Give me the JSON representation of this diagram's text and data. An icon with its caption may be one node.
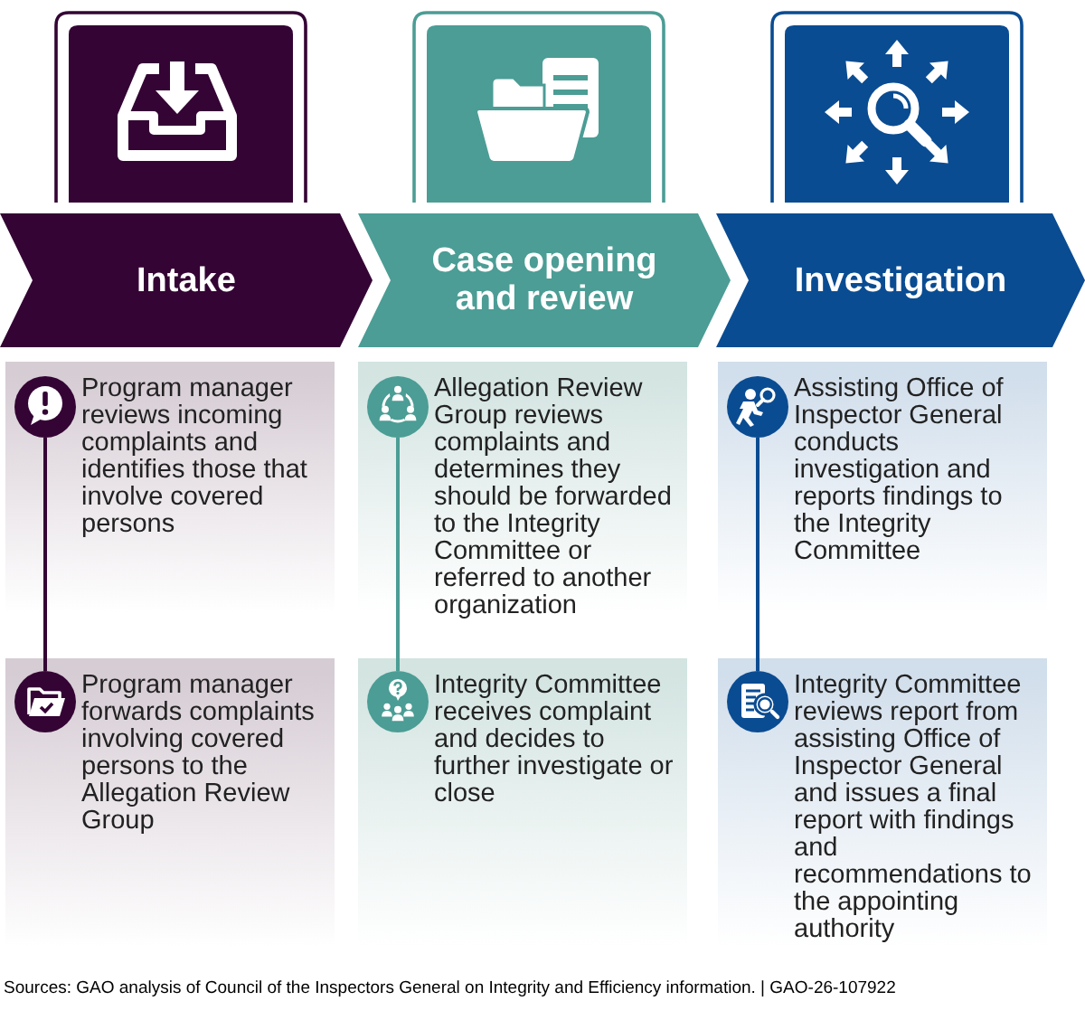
{
  "diagram": {
    "nodes": [
      {
        "text": [
          "Intake"
        ]
      },
      {
        "text": [
          "Case opening and review"
        ]
      },
      {
        "text": [
          "Investigation"
        ]
      },
      {
        "text": [
          "Program manager reviews incoming complaints and identifies those that involve covered persons"
        ]
      },
      {
        "text": [],
        "shape": "circle",
        "in": 3
      },
      {
        "text": [
          "Program manager forwards complaints involving covered persons to the Allegation Review Group"
        ]
      },
      {
        "text": [],
        "shape": "circle",
        "in": 5
      },
      {
        "text": [
          "Allegation Review Group reviews complaints and determines they should be forwarded to the Integrity Committee or referred to another organization"
        ]
      },
      {
        "text": [],
        "shape": "circle",
        "in": 7
      },
      {
        "text": [
          "Integrity Committee receives complaint and decides to further investigate or close"
        ]
      },
      {
        "text": [],
        "shape": "circle",
        "in": 9
      },
      {
        "text": [
          "Assisting Office of Inspector General conducts investigation and reports findings to the Integrity Committee"
        ]
      },
      {
        "text": [],
        "shape": "circle",
        "in": 11
      },
      {
        "text": [
          "Integrity Committee reviews report from assisting Office of Inspector General and issues a final report with findings and recommendations to the appointing authority"
        ]
      },
      {
        "text": [],
        "shape": "circle",
        "in": 13
      }
    ],
    "edges": [
      {
        "from": 4,
        "to": 6,
        "arrow": "none",
        "color": "#340434"
      },
      {
        "from": 8,
        "to": 10,
        "arrow": "none",
        "color": "#4b9d95"
      },
      {
        "from": 12,
        "to": 14,
        "arrow": "none",
        "color": "#0a4c92"
      }
    ],
    "caption": "Sources: GAO analysis of Council of the Inspectors General on Integrity and Efficiency information. | GAO-26-107922"
  }
}
